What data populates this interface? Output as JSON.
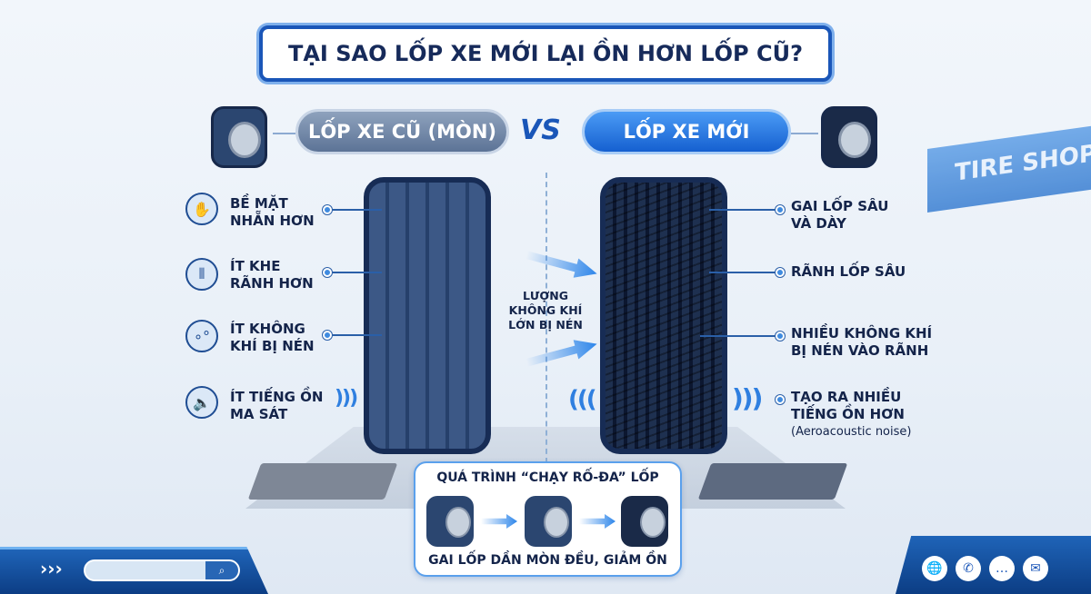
{
  "title": "TẠI SAO LỐP XE MỚI LẠI ỒN HƠN LỐP CŨ?",
  "left_pill": "LỐP XE CŨ (MÒN)",
  "vs": "VS",
  "right_pill": "LỐP XE MỚI",
  "old_features": [
    {
      "icon": "worn-surface-icon",
      "l1": "BỀ MẶT",
      "l2": "NHẴN HƠN"
    },
    {
      "icon": "grooves-icon",
      "l1": "ÍT KHE",
      "l2": "RÃNH HƠN"
    },
    {
      "icon": "air-bubbles-icon",
      "l1": "ÍT KHÔNG",
      "l2": "KHÍ BỊ NÉN"
    },
    {
      "icon": "speaker-icon",
      "l1": "ÍT TIẾNG ỒN",
      "l2": "MA SÁT"
    }
  ],
  "new_features": [
    {
      "l1": "GAI LỐP SÂU",
      "l2": "VÀ DÀY"
    },
    {
      "l1": "RÃNH LỐP SÂU",
      "l2": ""
    },
    {
      "l1": "NHIỀU KHÔNG KHÍ",
      "l2": "BỊ NÉN VÀO RÃNH"
    },
    {
      "l1": "TẠO RA NHIỀU",
      "l2": "TIẾNG ỒN HƠN",
      "note": "(Aeroacoustic noise)"
    }
  ],
  "middle": {
    "l1": "LƯỢNG",
    "l2": "KHÔNG KHÍ",
    "l3": "LỚN BỊ NÉN"
  },
  "break_in": {
    "title": "QUÁ TRÌNH “CHẠY RỐ-ĐA” LỐP",
    "footer": "GAI LỐP DẦN MÒN ĐỀU, GIẢM ỒN"
  },
  "shop_sign": "TIRE SHOP",
  "footer": {
    "chevrons": "›››",
    "search_placeholder": "",
    "icons": [
      "globe-icon",
      "phone-icon",
      "chat-icon",
      "mail-icon"
    ]
  },
  "colors": {
    "primary": "#1a56b8",
    "navy": "#14244a",
    "accent": "#3f8be0"
  }
}
